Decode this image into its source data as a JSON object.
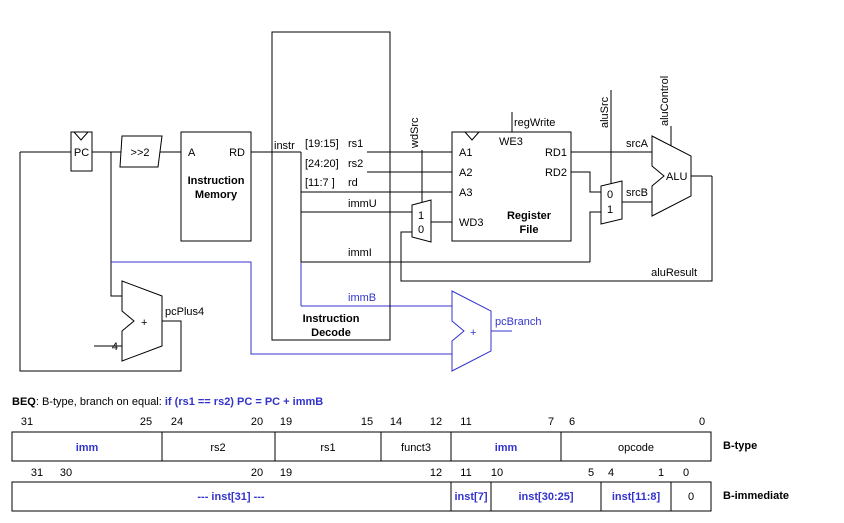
{
  "diagram": {
    "pc": "PC",
    "shift": ">>2",
    "imem": {
      "a": "A",
      "rd": "RD",
      "title1": "Instruction",
      "title2": "Memory"
    },
    "instr": "instr",
    "decode": {
      "title1": "Instruction",
      "title2": "Decode",
      "f1": "[19:15]",
      "rs1": "rs1",
      "f2": "[24:20]",
      "rs2": "rs2",
      "f3": "[11:7 ]",
      "rd": "rd",
      "immU": "immU",
      "immI": "immI",
      "immB": "immB"
    },
    "wdSrc": "wdSrc",
    "regWrite": "regWrite",
    "aluSrc": "aluSrc",
    "aluControl": "aluControl",
    "regfile": {
      "we3": "WE3",
      "a1": "A1",
      "a2": "A2",
      "a3": "A3",
      "wd3": "WD3",
      "rd1": "RD1",
      "rd2": "RD2",
      "title1": "Register",
      "title2": "File"
    },
    "mux1": {
      "one": "1",
      "zero": "0"
    },
    "mux2": {
      "zero": "0",
      "one": "1"
    },
    "srcA": "srcA",
    "srcB": "srcB",
    "alu": "ALU",
    "aluResult": "aluResult",
    "four": "4",
    "plus1": "+",
    "pcPlus4": "pcPlus4",
    "plus2": "+",
    "pcBranch": "pcBranch"
  },
  "caption": {
    "name": "BEQ",
    "rest": ": B-type, branch on equal: ",
    "expr": "if (rs1 == rs2) PC =  PC + immB"
  },
  "btype": {
    "bits": [
      "31",
      "25",
      "24",
      "20",
      "19",
      "15",
      "14",
      "12",
      "11",
      "7",
      "6",
      "0"
    ],
    "fields": [
      "imm",
      "rs2",
      "rs1",
      "funct3",
      "imm",
      "opcode"
    ],
    "label": "B-type"
  },
  "bimm": {
    "bits": [
      "31",
      "30",
      "20",
      "19",
      "12",
      "11",
      "10",
      "5",
      "4",
      "1",
      "0"
    ],
    "fields": [
      "--- inst[31] ---",
      "inst[7]",
      "inst[30:25]",
      "inst[11:8]",
      "0"
    ],
    "label": "B-immediate"
  }
}
